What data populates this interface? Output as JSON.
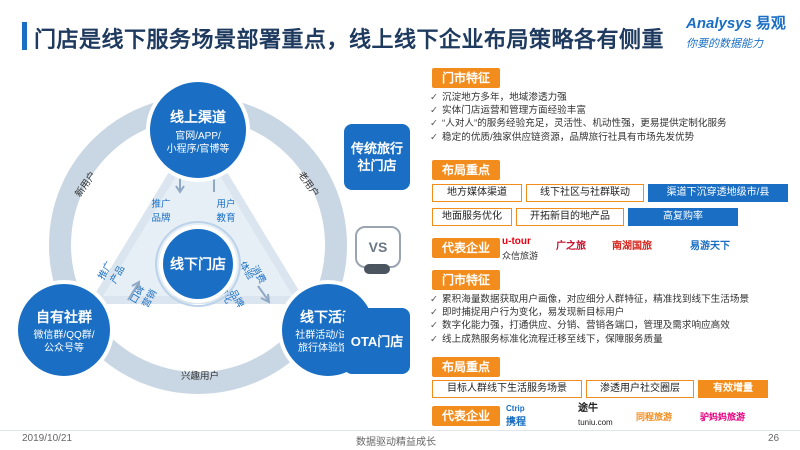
{
  "title": "门店是线下服务场景部署重点，线上线下企业布局策略各有侧重",
  "logo": {
    "main": "Analysys",
    "cn": "易观",
    "sub": "你要的数据能力"
  },
  "diagram": {
    "top_node": {
      "title": "线上渠道",
      "sub": [
        "官网/APP/",
        "小程序/官博等"
      ]
    },
    "left_node": {
      "title": "自有社群",
      "sub": [
        "微信群/QQ群/",
        "公众号等"
      ]
    },
    "right_node": {
      "title": "线下活动",
      "sub": [
        "社群活动/试玩/",
        "旅行体验馆等"
      ]
    },
    "center": "线下门店",
    "edges": {
      "left_outer": "新用户",
      "right_outer": "老用户",
      "bottom_outer": "兴趣用户"
    },
    "inner_top_left": [
      "推广",
      "品牌"
    ],
    "inner_top_right": [
      "用户",
      "教育"
    ],
    "inner_left_a": [
      "推广",
      "产品"
    ],
    "inner_left_b": [
      "口碑",
      "营销"
    ],
    "inner_right_a": [
      "体验",
      "消费"
    ],
    "inner_right_b": [
      "深化",
      "品牌"
    ]
  },
  "vs": "VS",
  "traditional": {
    "label": "传统旅行社门店",
    "label_lines": [
      "传统旅行",
      "社门店"
    ],
    "feature_tag": "门市特征",
    "features": [
      "沉淀地方多年，地域渗透力强",
      "实体门店运营和管理方面经验丰富",
      "“人对人”的服务经验充足，灵活性、机动性强，更易提供定制化服务",
      "稳定的优质/独家供应链资源，品牌旅行社具有市场先发优势"
    ],
    "layout_tag": "布局重点",
    "layout_row1": [
      "地方媒体渠道",
      "线下社区与社群联动",
      "渠道下沉穿透地级市/县"
    ],
    "layout_row2": [
      "地面服务优化",
      "开拓新目的地产品",
      "高复购率"
    ],
    "rep_tag": "代表企业",
    "companies": [
      {
        "name": "u-tour",
        "cn": "众信旅游",
        "color": "#e60012"
      },
      {
        "name": "广之旅",
        "color": "#c8102e"
      },
      {
        "name": "南湖国旅",
        "color": "#d7261e"
      },
      {
        "name": "易游天下",
        "color": "#1a6fc4"
      }
    ]
  },
  "ota": {
    "label": "OTA门店",
    "feature_tag": "门市特征",
    "features": [
      "累积海量数据获取用户画像，对应细分人群特征，精准找到线下生活场景",
      "即时捕捉用户行为变化，易发现新目标用户",
      "数字化能力强，打通供应、分销、营销各端口，管理及需求响应高效",
      "线上成熟服务标准化流程迁移至线下，保障服务质量"
    ],
    "layout_tag": "布局重点",
    "layout_row": [
      "目标人群线下生活服务场景",
      "渗透用户社交圈层",
      "有效增量"
    ],
    "rep_tag": "代表企业",
    "companies": [
      {
        "name": "Ctrip",
        "cn": "携程",
        "color": "#1a6fc4"
      },
      {
        "name": "途牛",
        "en": "tuniu.com",
        "color": "#222222"
      },
      {
        "name": "同程旅游",
        "color": "#f28c1c"
      },
      {
        "name": "驴妈妈旅游",
        "color": "#e4007f"
      }
    ]
  },
  "footer": {
    "date": "2019/10/21",
    "center": "数据驱动精益成长",
    "page": "26"
  }
}
